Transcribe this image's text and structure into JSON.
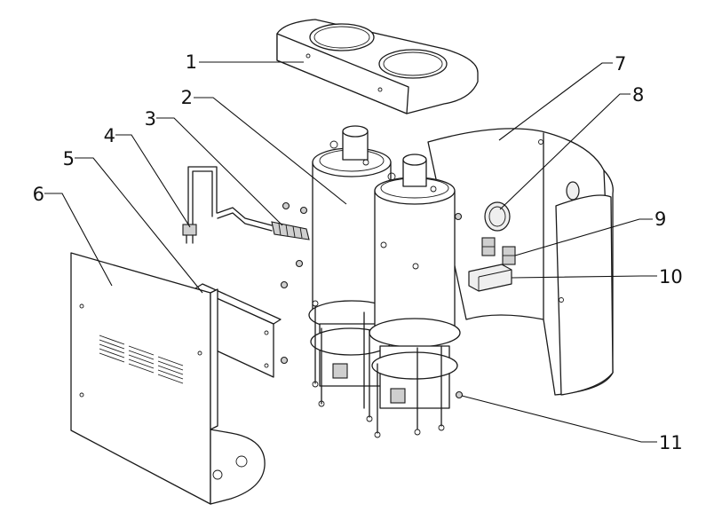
{
  "callouts": [
    {
      "id": 1,
      "label": "1"
    },
    {
      "id": 2,
      "label": "2"
    },
    {
      "id": 3,
      "label": "3"
    },
    {
      "id": 4,
      "label": "4"
    },
    {
      "id": 5,
      "label": "5"
    },
    {
      "id": 6,
      "label": "6"
    },
    {
      "id": 7,
      "label": "7"
    },
    {
      "id": 8,
      "label": "8"
    },
    {
      "id": 9,
      "label": "9"
    },
    {
      "id": 10,
      "label": "10"
    },
    {
      "id": 11,
      "label": "11"
    }
  ]
}
